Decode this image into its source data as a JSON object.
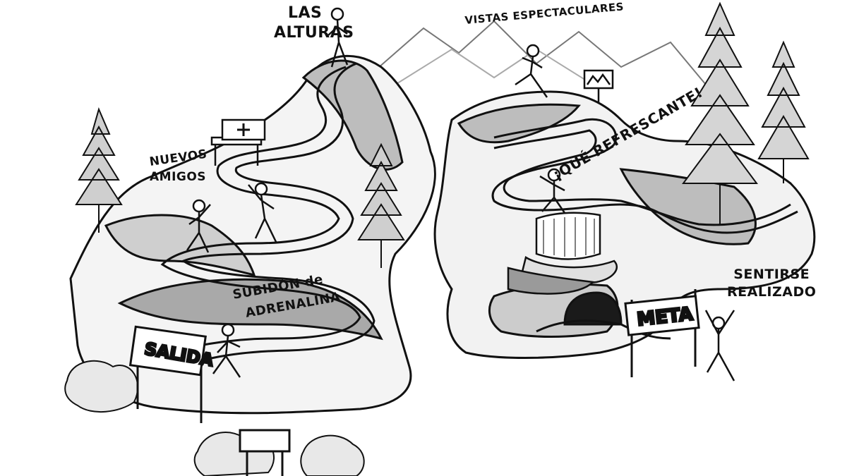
{
  "labels": {
    "las_alturas": [
      "LAS",
      "ALTURAS"
    ],
    "vistas": "VISTAS ESPECTACULARES",
    "nuevos_amigos": [
      "NUEVOS",
      "AMIGOS"
    ],
    "refrescante": "¡QUÉ REFRESCANTE!",
    "subidon": [
      "SUBIDÓN de",
      "ADRENALINA"
    ],
    "sentirse": [
      "SENTIRSE",
      "REALIZADO"
    ]
  },
  "signs": {
    "start": "SALIDA",
    "finish": "META"
  },
  "colors": {
    "ink": "#111111",
    "shade": "#9a9a9a",
    "light_shade": "#d3d3d3",
    "paper": "#ffffff"
  }
}
